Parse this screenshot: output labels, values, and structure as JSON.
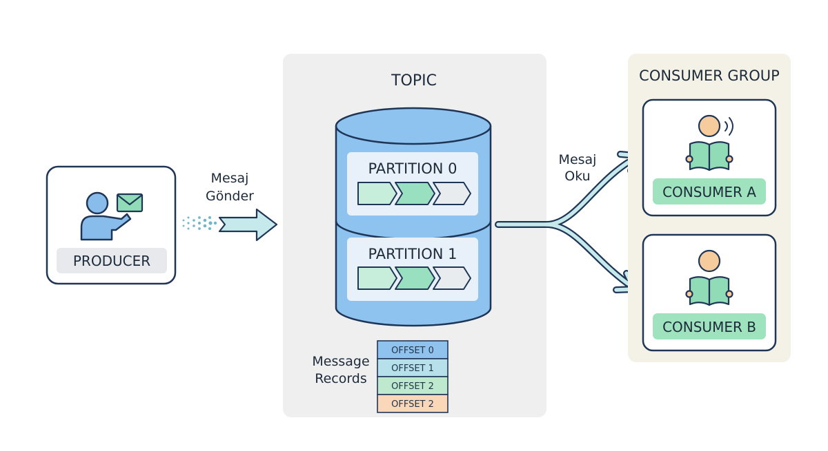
{
  "producer": {
    "label": "PRODUCER"
  },
  "send_arrow": {
    "line1": "Mesaj",
    "line2": "Gönder"
  },
  "topic": {
    "title": "TOPIC",
    "partitions": [
      {
        "label": "PARTITION 0"
      },
      {
        "label": "PARTITION 1"
      }
    ]
  },
  "records": {
    "line1": "Message",
    "line2": "Records",
    "offsets": [
      "OFFSET 0",
      "OFFSET 1",
      "OFFSET 2",
      "OFFSET 2"
    ],
    "colors": [
      "#8fc3ee",
      "#b7e1ea",
      "#bfe9cf",
      "#fbd7b9"
    ]
  },
  "read_arrow": {
    "line1": "Mesaj",
    "line2": "Oku"
  },
  "consumer_group": {
    "title": "CONSUMER GROUP",
    "consumers": [
      {
        "label": "CONSUMER A"
      },
      {
        "label": "CONSUMER B"
      }
    ]
  },
  "colors": {
    "outline": "#1f3556",
    "cylinder": "#8ec2ef",
    "topic_panel": "#efeff0",
    "group_panel": "#f4f2e6",
    "consumer_label": "#9ee3bd",
    "arrow_fill": "#c6e9ec",
    "skin": "#f6cc9d",
    "book": "#8fdcb6",
    "person_blue": "#88bdeb",
    "envelope": "#8fdcb6"
  }
}
